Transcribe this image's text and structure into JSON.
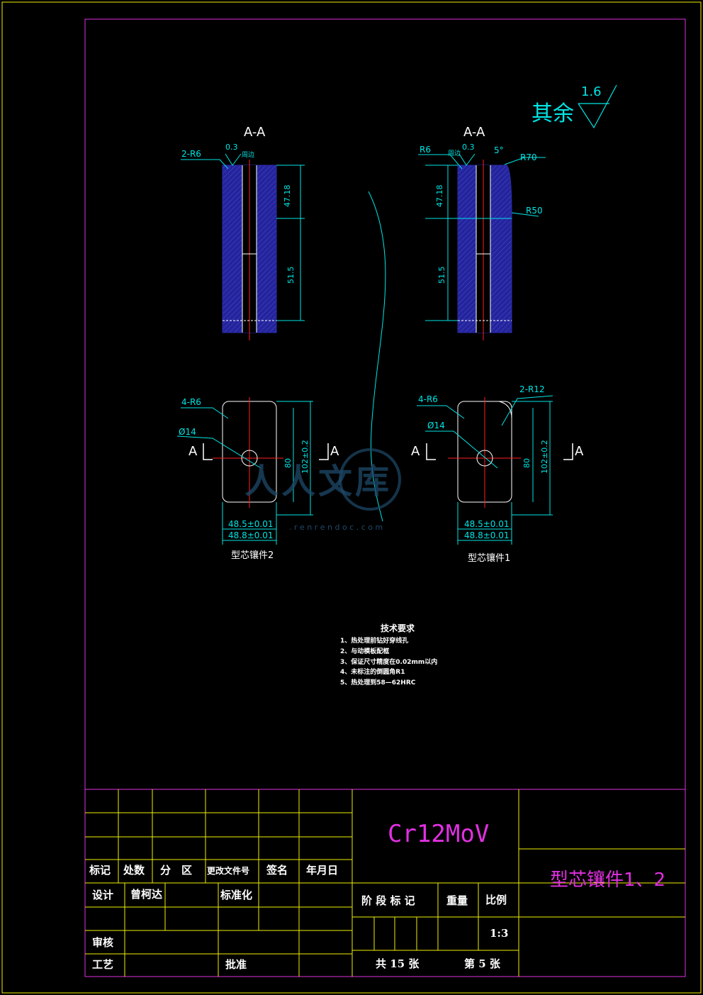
{
  "sheet": {
    "roughness_note": "其余",
    "roughness_value": "1.6",
    "section_label": "A-A",
    "section_mark": "A",
    "watermark": "人人文库",
    "watermark_url": ". r e n r e n d o c . c o m"
  },
  "part2": {
    "name": "型芯镶件2",
    "section": {
      "radius": "2-R6",
      "rough": "0.3",
      "edge": "周边",
      "dim_upper": "47.18",
      "dim_lower": "51.5"
    },
    "plan": {
      "corner": "4-R6",
      "hole": "Ø14",
      "height_inner": "80",
      "height_outer": "102±0.2",
      "width_inner": "48.5±0.01",
      "width_outer": "48.8±0.01"
    }
  },
  "part1": {
    "name": "型芯镶件1",
    "section": {
      "radius": "R6",
      "rough": "0.3",
      "edge": "周边",
      "angle": "5°",
      "radius_big": "R70",
      "radius_mid": "R50",
      "dim_upper": "47.18",
      "dim_lower": "51.5"
    },
    "plan": {
      "corner": "4-R6",
      "corner2": "2-R12",
      "hole": "Ø14",
      "height_inner": "80",
      "height_outer": "102±0.2",
      "width_inner": "48.5±0.01",
      "width_outer": "48.8±0.01"
    }
  },
  "tech": {
    "title": "技术要求",
    "items": [
      "1、热处理前钻好穿线孔",
      "2、与动模板配框",
      "3、保证尺寸精度在0.02mm以内",
      "4、未标注的倒圆角R1",
      "5、热处理到58—62HRC"
    ]
  },
  "titleblock": {
    "material": "Cr12MoV",
    "drawing_name": "型芯镶件1、2",
    "h_mark": "标记",
    "h_count": "处数",
    "h_zone": "分　区",
    "h_doc": "更改文件号",
    "h_sign": "签名",
    "h_date": "年月日",
    "design": "设计",
    "designer": "曾柯达",
    "standard": "标准化",
    "stage": "阶 段 标 记",
    "weight": "重量",
    "scale": "比例",
    "scale_value": "1:3",
    "check": "审核",
    "process": "工艺",
    "approve": "批准",
    "total": "共 15 张",
    "sheet_no": "第 5 张"
  },
  "colors": {
    "frame": "#e030e0",
    "outer": "#f0f000",
    "dim": "#00e5e5",
    "center": "#ff2020",
    "hatch": "#2a2aa8"
  }
}
